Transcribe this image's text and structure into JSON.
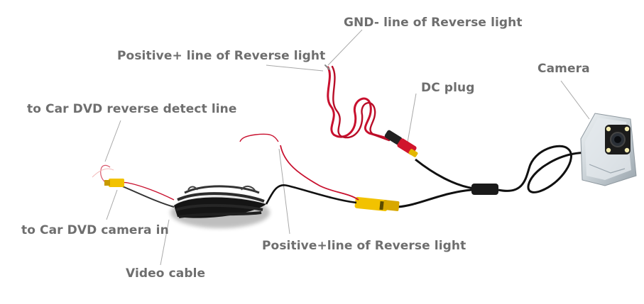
{
  "labels": {
    "gnd_line": "GND- line of Reverse light",
    "positive_line_top": "Positive+ line of Reverse light",
    "dc_plug": "DC plug",
    "camera": "Camera",
    "car_dvd_detect": "to Car DVD reverse detect line",
    "car_dvd_camera_in": "to Car DVD camera in",
    "positive_line_bottom": "Positive+line of Reverse light",
    "video_cable": "Video cable"
  },
  "colors": {
    "label_text": "#6e6e6e",
    "leader_line": "#a8a8a8",
    "cable_black": "#111111",
    "wire_red": "#c8102e",
    "connector_yellow": "#f2c200",
    "connector_red": "#d0142c",
    "camera_housing": "#cfd6da"
  }
}
